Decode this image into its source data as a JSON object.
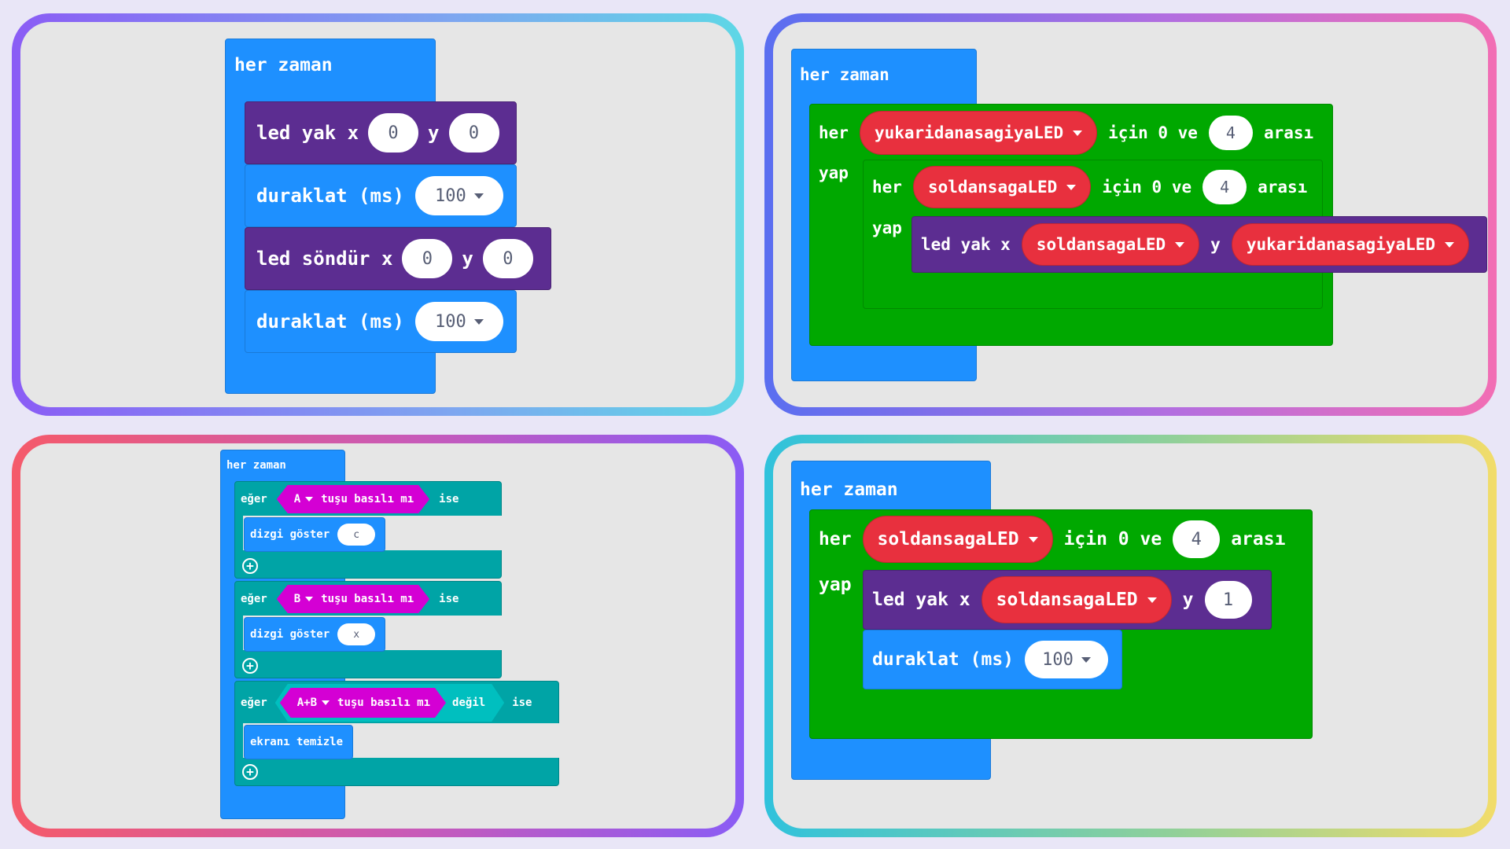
{
  "panel1": {
    "forever": "her zaman",
    "led_on": {
      "label": "led yak x",
      "y_label": "y",
      "x": "0",
      "y": "0"
    },
    "pause1": {
      "label": "duraklat (ms)",
      "value": "100"
    },
    "led_off": {
      "label": "led söndür x",
      "y_label": "y",
      "x": "0",
      "y": "0"
    },
    "pause2": {
      "label": "duraklat (ms)",
      "value": "100"
    }
  },
  "panel2": {
    "forever": "her zaman",
    "loop_outer": {
      "for": "her",
      "var": "yukaridanasagiyaLED",
      "mid": "için 0 ve",
      "max": "4",
      "end": "arası",
      "do": "yap"
    },
    "loop_inner": {
      "for": "her",
      "var": "soldansagaLED",
      "mid": "için 0 ve",
      "max": "4",
      "end": "arası",
      "do": "yap"
    },
    "plot": {
      "label": "led yak x",
      "x_var": "soldansagaLED",
      "y_label": "y",
      "y_var": "yukaridanasagiyaLED"
    }
  },
  "panel3": {
    "forever": "her zaman",
    "if1": {
      "if": "eğer",
      "button": "A",
      "cond": "tuşu basılı mı",
      "then": "ise"
    },
    "show1": {
      "label": "dizgi göster",
      "value": "c"
    },
    "if2": {
      "if": "eğer",
      "button": "B",
      "cond": "tuşu basılı mı",
      "then": "ise"
    },
    "show2": {
      "label": "dizgi göster",
      "value": "x"
    },
    "if3": {
      "if": "eğer",
      "button": "A+B",
      "cond": "tuşu basılı mı",
      "not": "değil",
      "then": "ise"
    },
    "clear": {
      "label": "ekranı temizle"
    },
    "plus": "+"
  },
  "panel4": {
    "forever": "her zaman",
    "loop": {
      "for": "her",
      "var": "soldansagaLED",
      "mid": "için 0 ve",
      "max": "4",
      "end": "arası",
      "do": "yap"
    },
    "plot": {
      "label": "led yak x",
      "x_var": "soldansagaLED",
      "y_label": "y",
      "y": "1"
    },
    "pause": {
      "label": "duraklat (ms)",
      "value": "100"
    }
  },
  "colors": {
    "basic_blue": "#1e90ff",
    "led_purple": "#5c2d91",
    "loop_green": "#00a800",
    "logic_teal": "#00a4a6",
    "variable_red": "#e8303e",
    "input_magenta": "#d400d4"
  }
}
